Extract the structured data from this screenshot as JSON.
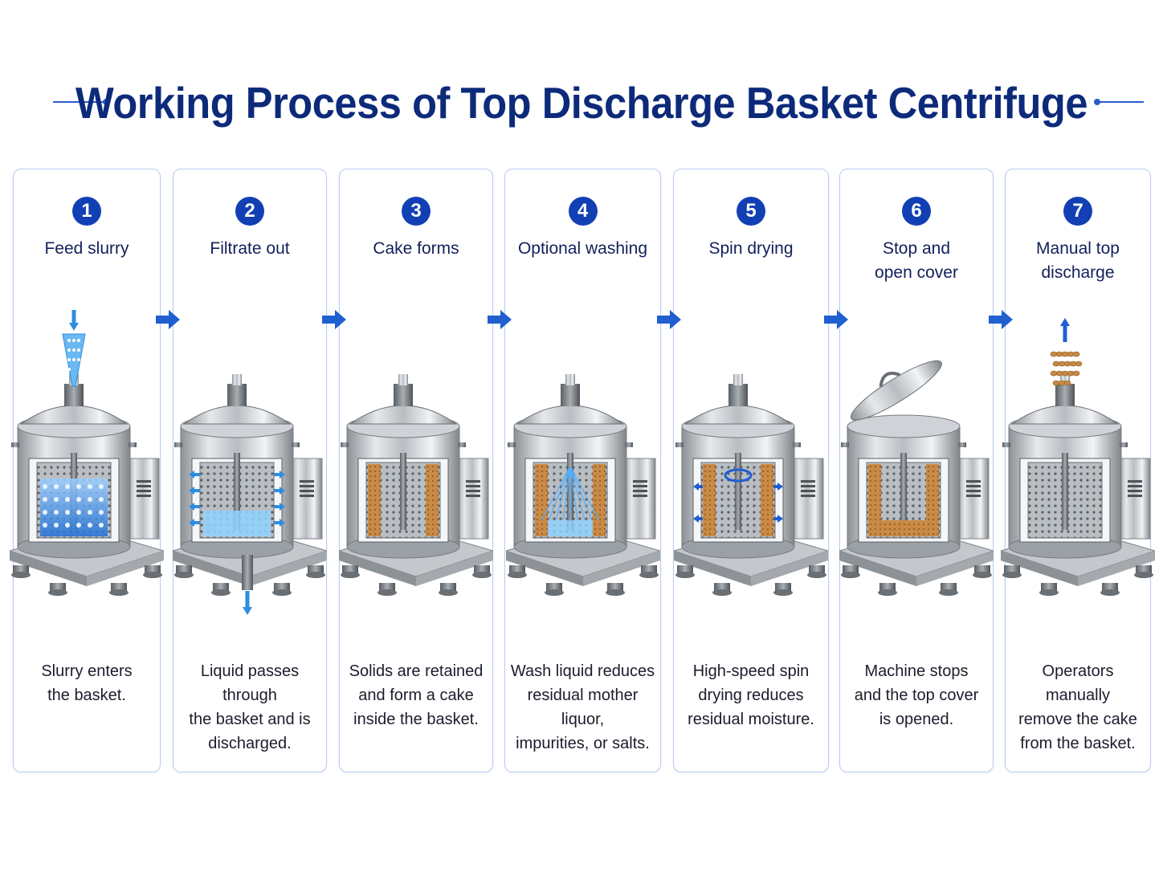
{
  "title": "Working Process of Top Discharge Basket Centrifuge",
  "colors": {
    "accent": "#1240b4",
    "title": "#0d2a7a",
    "cake": "#c98a45",
    "liquid": "#2d8de0"
  },
  "steps": [
    {
      "number": "1",
      "title": "Feed slurry",
      "description": "Slurry enters\nthe basket."
    },
    {
      "number": "2",
      "title": "Filtrate out",
      "description": "Liquid passes through\nthe basket and is\ndischarged."
    },
    {
      "number": "3",
      "title": "Cake forms",
      "description": "Solids are retained\nand form a cake\ninside the basket."
    },
    {
      "number": "4",
      "title": "Optional washing",
      "description": "Wash liquid reduces\nresidual mother liquor,\nimpurities, or salts."
    },
    {
      "number": "5",
      "title": "Spin drying",
      "description": "High-speed spin\ndrying reduces\nresidual moisture."
    },
    {
      "number": "6",
      "title": "Stop and\nopen cover",
      "description": "Machine stops\nand the top cover\nis opened."
    },
    {
      "number": "7",
      "title": "Manual top\ndischarge",
      "description": "Operators manually\nremove the cake\nfrom the basket."
    }
  ]
}
